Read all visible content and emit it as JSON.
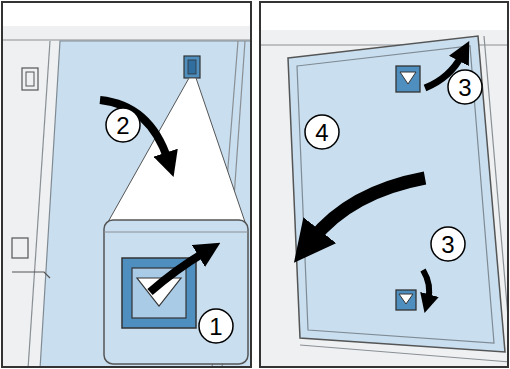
{
  "diagram": {
    "labels": [
      "2",
      "1",
      "3",
      "4",
      "3"
    ]
  }
}
